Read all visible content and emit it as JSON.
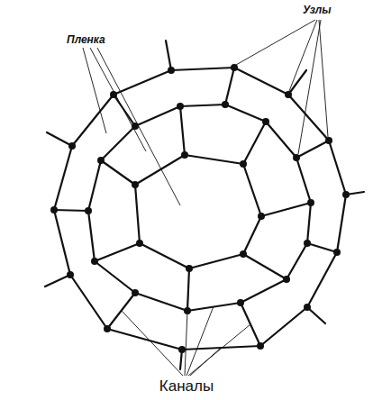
{
  "diagram": {
    "labels": [
      "Пленка",
      "Узлы",
      "Каналы"
    ]
  }
}
